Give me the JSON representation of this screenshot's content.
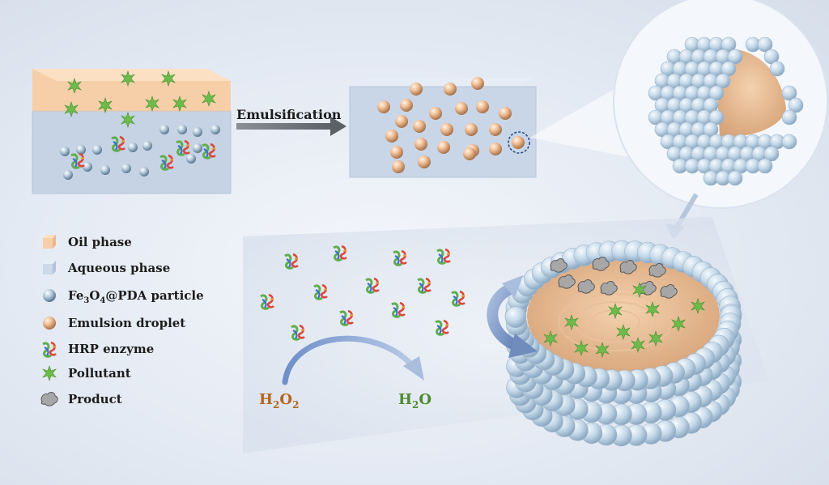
{
  "process": {
    "step_label": "Emulsification"
  },
  "legend": {
    "items": [
      {
        "id": "oil",
        "label": "Oil phase",
        "color": "#f6cfa8",
        "icon": "oil-phase-cube"
      },
      {
        "id": "aqueous",
        "label": "Aqueous phase",
        "color": "#cdd8e8",
        "icon": "aqueous-phase-cube"
      },
      {
        "id": "particle",
        "label_pre": "Fe",
        "label_s1": "3",
        "label_mid": "O",
        "label_s2": "4",
        "label_post": "@PDA particle",
        "color": "#9cb8cf",
        "icon": "particle-sphere"
      },
      {
        "id": "droplet",
        "label": "Emulsion droplet",
        "color": "#eab48c",
        "icon": "droplet-sphere"
      },
      {
        "id": "enzyme",
        "label": "HRP enzyme",
        "color": "#5fae4f",
        "icon": "enzyme-ribbon"
      },
      {
        "id": "pollutant",
        "label": "Pollutant",
        "color": "#6dbb4a",
        "icon": "pollutant-star"
      },
      {
        "id": "product",
        "label": "Product",
        "color": "#9b9b9b",
        "icon": "product-cloud"
      }
    ]
  },
  "reaction": {
    "reactant_pre": "H",
    "reactant_s1": "2",
    "reactant_mid": "O",
    "reactant_s2": "2",
    "product_pre": "H",
    "product_s1": "2",
    "product_post": "O",
    "reactant_color": "#b5651d",
    "product_color": "#4e8a2e"
  }
}
